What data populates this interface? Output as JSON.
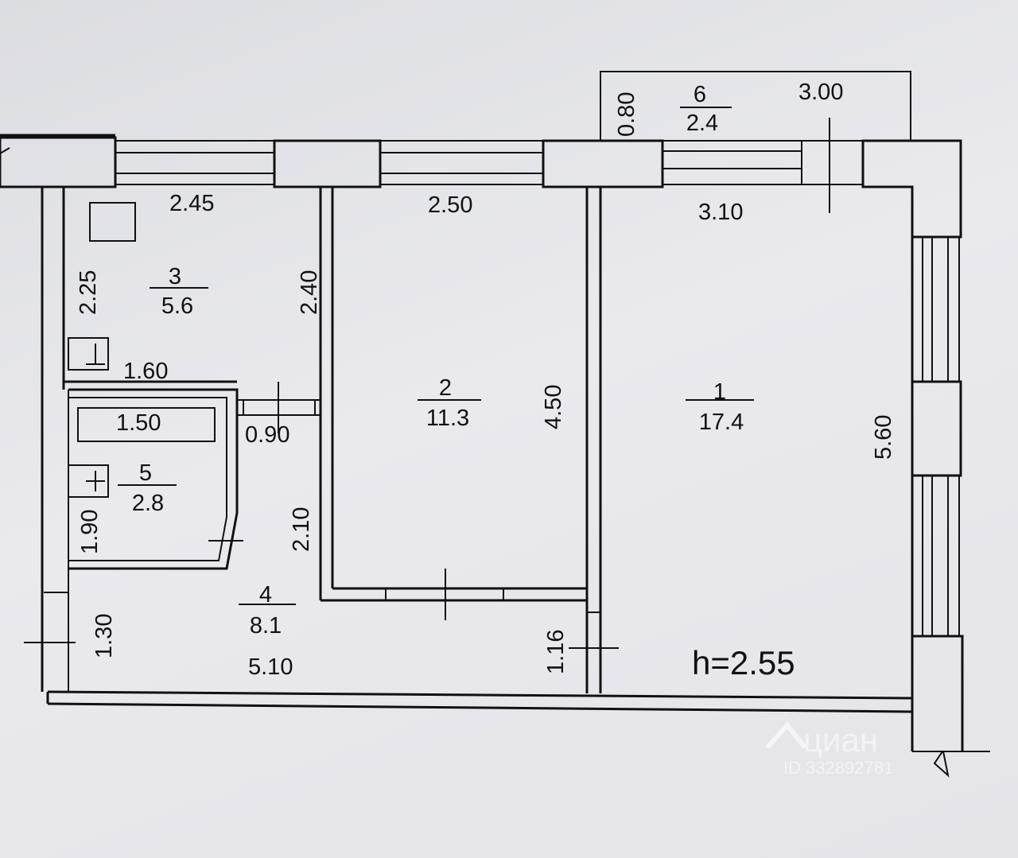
{
  "rooms": [
    {
      "number": "1",
      "area": "17.4"
    },
    {
      "number": "2",
      "area": "11.3"
    },
    {
      "number": "3",
      "area": "5.6"
    },
    {
      "number": "4",
      "area": "8.1"
    },
    {
      "number": "5",
      "area": "2.8"
    },
    {
      "number": "6",
      "area": "2.4"
    }
  ],
  "dimensions": {
    "d_080": "0.80",
    "d_300": "3.00",
    "d_245": "2.45",
    "d_250": "2.50",
    "d_310": "3.10",
    "d_225": "2.25",
    "d_240": "2.40",
    "d_160": "1.60",
    "d_150": "1.50",
    "d_090": "0.90",
    "d_450": "4.50",
    "d_560": "5.60",
    "d_190": "1.90",
    "d_210": "2.10",
    "d_130": "1.30",
    "d_510": "5.10",
    "d_116": "1.16"
  },
  "ceiling_height": "h=2.55",
  "watermark": {
    "brand": "циан",
    "id": "ID 332892781"
  }
}
